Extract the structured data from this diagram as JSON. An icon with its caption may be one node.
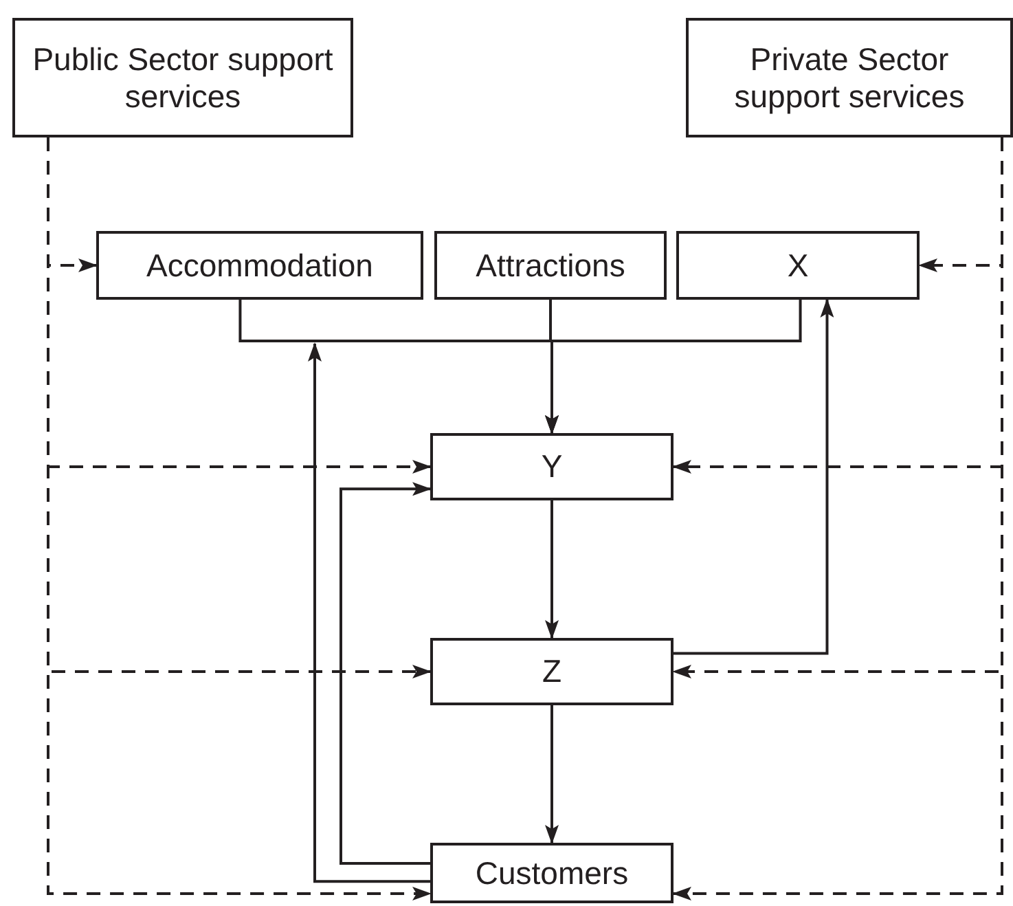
{
  "diagram": {
    "nodes": [
      {
        "text": [
          "Public Sector support services"
        ]
      },
      {
        "text": [
          "Private Sector support services"
        ]
      },
      {
        "text": [
          "Accommodation"
        ]
      },
      {
        "text": [
          "Attractions"
        ]
      },
      {
        "text": [
          "X"
        ]
      },
      {
        "text": [
          "Y"
        ]
      },
      {
        "text": [
          "Z"
        ]
      },
      {
        "text": [
          "Customers"
        ]
      }
    ],
    "edges": [
      {
        "from": 0,
        "to": 2,
        "arrow": "to",
        "style": "dashed"
      },
      {
        "from": 0,
        "to": 5,
        "arrow": "to",
        "style": "dashed"
      },
      {
        "from": 0,
        "to": 6,
        "arrow": "to",
        "style": "dashed"
      },
      {
        "from": 0,
        "to": 7,
        "arrow": "to",
        "style": "dashed"
      },
      {
        "from": 1,
        "to": 4,
        "arrow": "to",
        "style": "dashed"
      },
      {
        "from": 1,
        "to": 5,
        "arrow": "to",
        "style": "dashed"
      },
      {
        "from": 1,
        "to": 6,
        "arrow": "to",
        "style": "dashed"
      },
      {
        "from": 1,
        "to": 7,
        "arrow": "to",
        "style": "dashed"
      },
      {
        "from": 2,
        "to": 5,
        "arrow": "to"
      },
      {
        "from": 3,
        "to": 5,
        "arrow": "to"
      },
      {
        "from": 4,
        "to": 5,
        "arrow": "to"
      },
      {
        "from": 5,
        "to": 6,
        "arrow": "to"
      },
      {
        "from": 6,
        "to": 7,
        "arrow": "to"
      },
      {
        "from": 6,
        "to": 4,
        "arrow": "to"
      },
      {
        "from": 7,
        "to": 5,
        "arrow": "to"
      },
      {
        "from": 7,
        "to": null,
        "arrow": "to"
      }
    ]
  }
}
